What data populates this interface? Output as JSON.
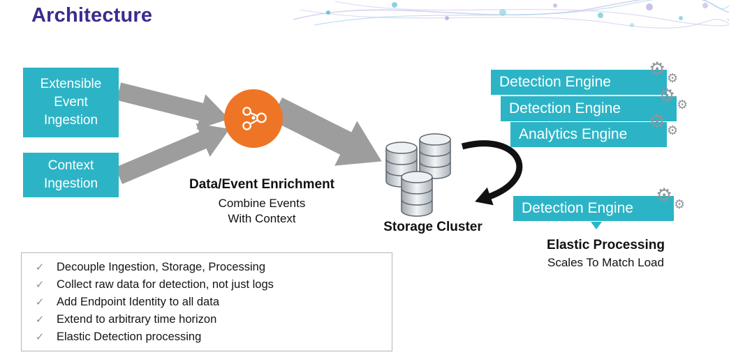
{
  "title": "Architecture",
  "ingestion_boxes": [
    {
      "label": "Extensible Event Ingestion"
    },
    {
      "label": "Context Ingestion"
    }
  ],
  "enrichment": {
    "title": "Data/Event Enrichment",
    "subtitle1": "Combine Events",
    "subtitle2": "With Context"
  },
  "storage": {
    "label": "Storage Cluster"
  },
  "engine_stack": [
    {
      "label": "Detection Engine"
    },
    {
      "label": "Detection Engine"
    },
    {
      "label": "Analytics Engine"
    }
  ],
  "elastic_engine": {
    "label": "Detection Engine"
  },
  "elastic_processing": {
    "title": "Elastic Processing",
    "subtitle": "Scales To Match Load"
  },
  "checklist": {
    "items": [
      "Decouple Ingestion, Storage, Processing",
      "Collect raw data for detection, not just logs",
      "Add Endpoint Identity to all data",
      "Extend to arbitrary time horizon",
      "Elastic Detection processing"
    ]
  },
  "glyphs": {
    "check": "✓",
    "gear": "⚙"
  },
  "icons": {
    "enrichment": "network-nodes-icon",
    "engines": "gears-icon",
    "storage": "database-cluster-icon",
    "list": "checkmark-icon"
  },
  "colors": {
    "teal": "#2cb4c6",
    "title_purple": "#3b2b8f",
    "orange": "#ee7525",
    "arrow_gray": "#9d9d9d",
    "loop_black": "#111111"
  }
}
